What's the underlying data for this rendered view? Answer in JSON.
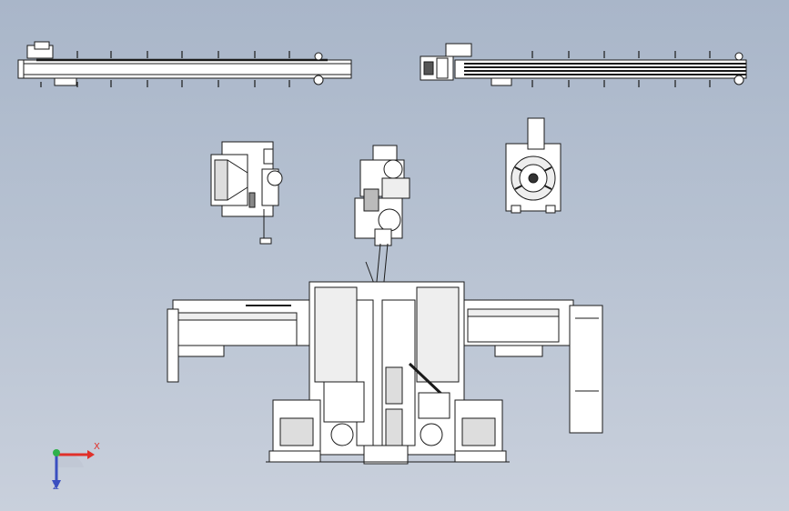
{
  "viewport": {
    "background_top": "#a9b6c9",
    "background_bottom": "#c9d0dc",
    "line_color": "#1a1a1a",
    "part_fill": "#ffffff",
    "shade_fill": "#d7d7d7"
  },
  "triad": {
    "x_label": "X",
    "z_label": "Z",
    "x_color": "#e0302a",
    "y_color": "#2fb14a",
    "z_color": "#3a4fc0"
  },
  "drawing_views": [
    "top-left-conveyor",
    "top-right-conveyor",
    "motor-unit",
    "rotary-fixture",
    "main-assembly-front-view"
  ]
}
